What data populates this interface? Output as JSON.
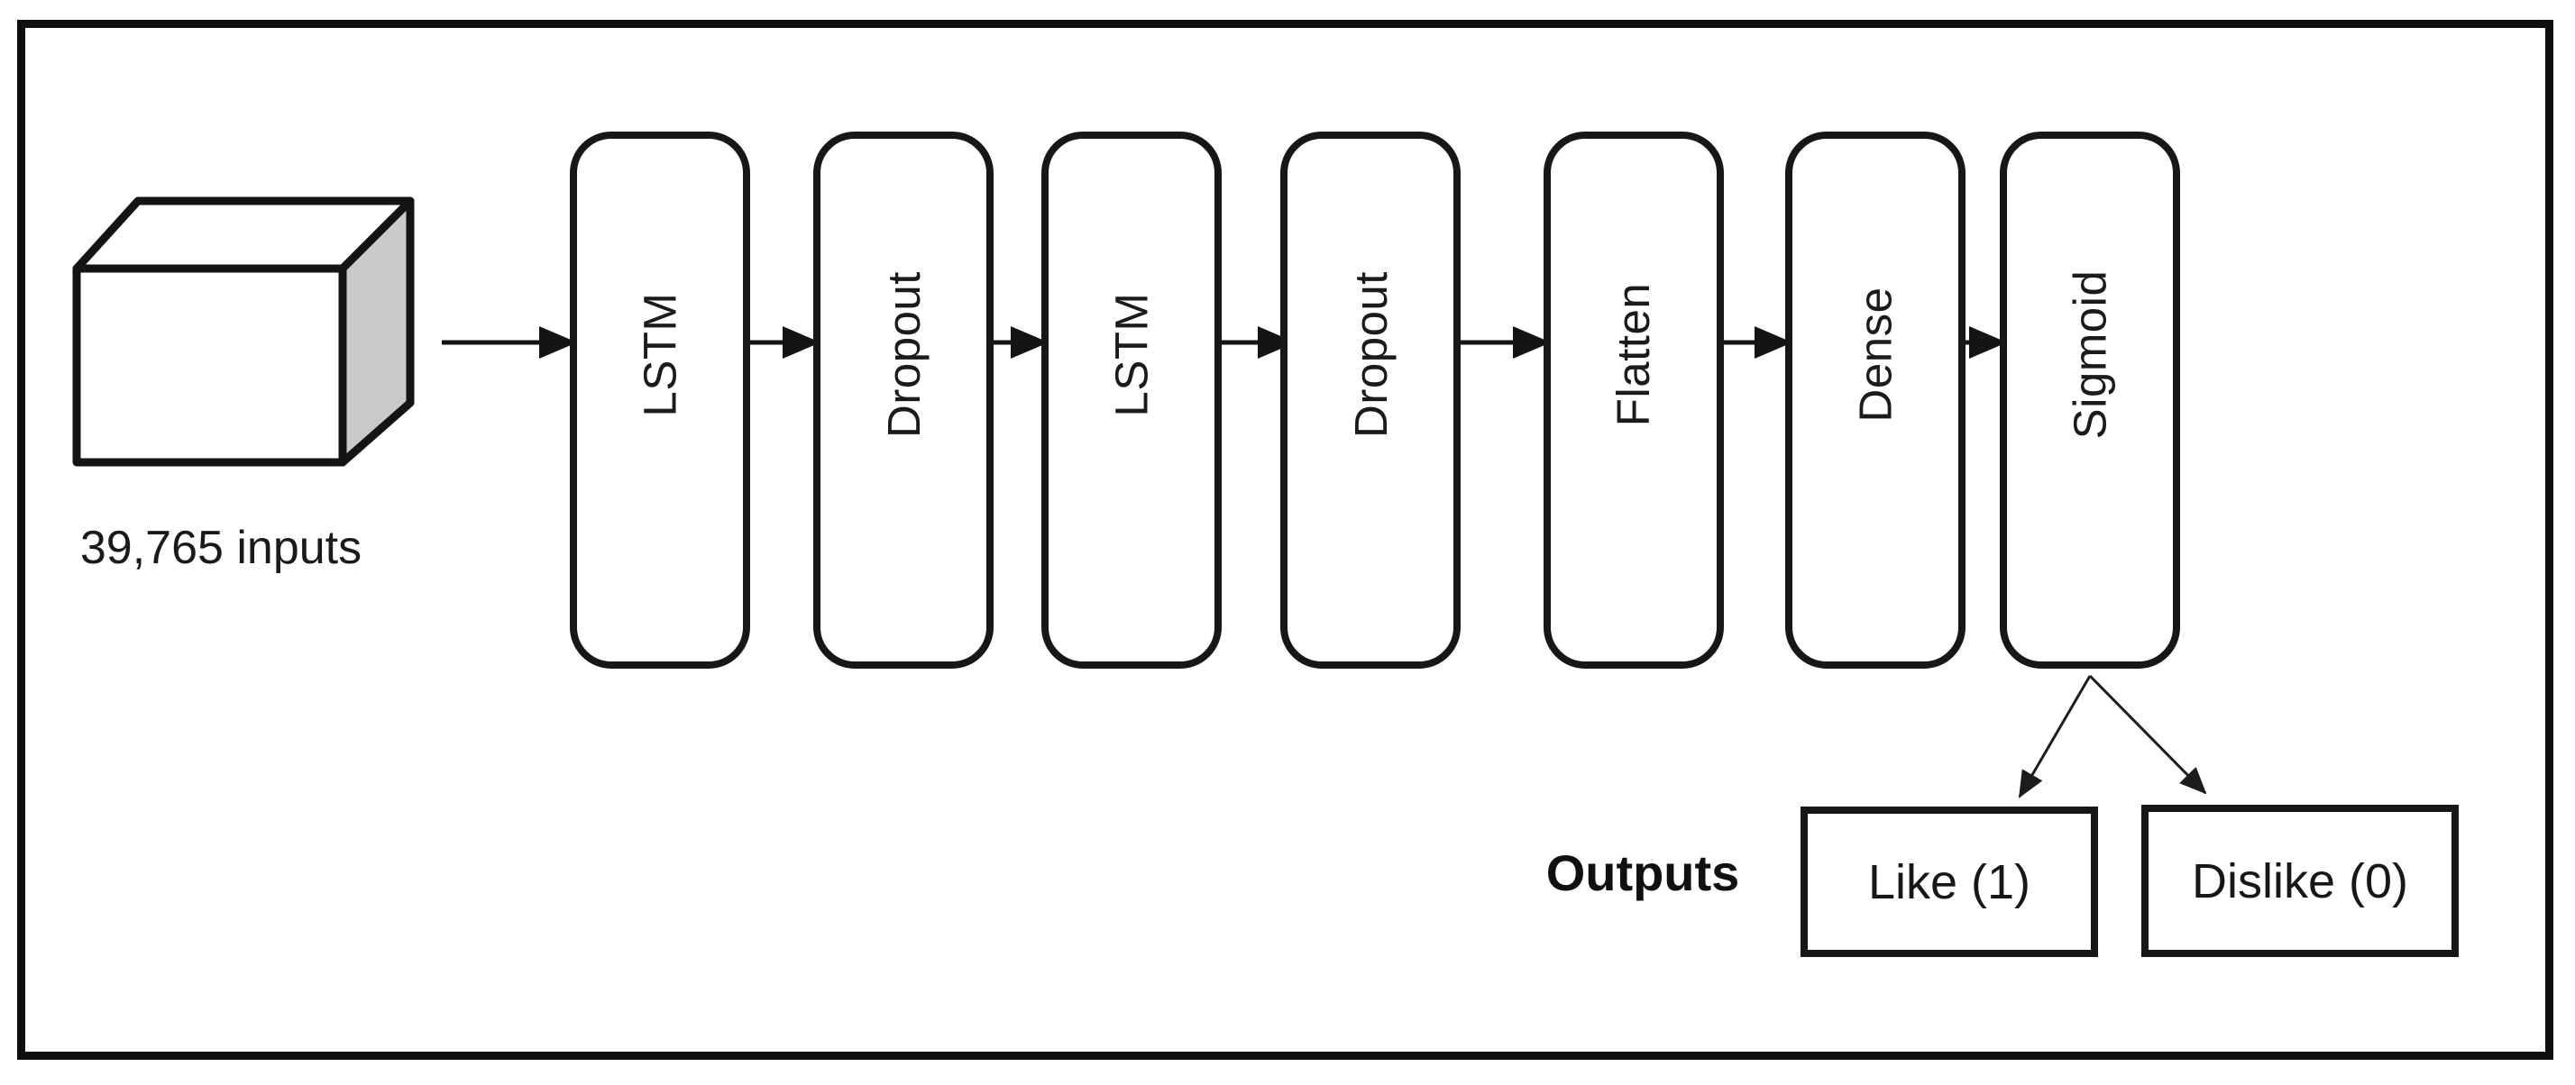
{
  "diagram": {
    "input": {
      "label": "39,765 inputs"
    },
    "layers": [
      {
        "label": "LSTM"
      },
      {
        "label": "Dropout"
      },
      {
        "label": "LSTM"
      },
      {
        "label": "Dropout"
      },
      {
        "label": "Flatten"
      },
      {
        "label": "Dense"
      },
      {
        "label": "Sigmoid"
      }
    ],
    "outputs_label": "Outputs",
    "outputs": [
      {
        "label": "Like (1)"
      },
      {
        "label": "Dislike (0)"
      }
    ],
    "colors": {
      "stroke": "#141414",
      "cube_side_fill": "#c9c9c9",
      "background": "#ffffff"
    }
  }
}
